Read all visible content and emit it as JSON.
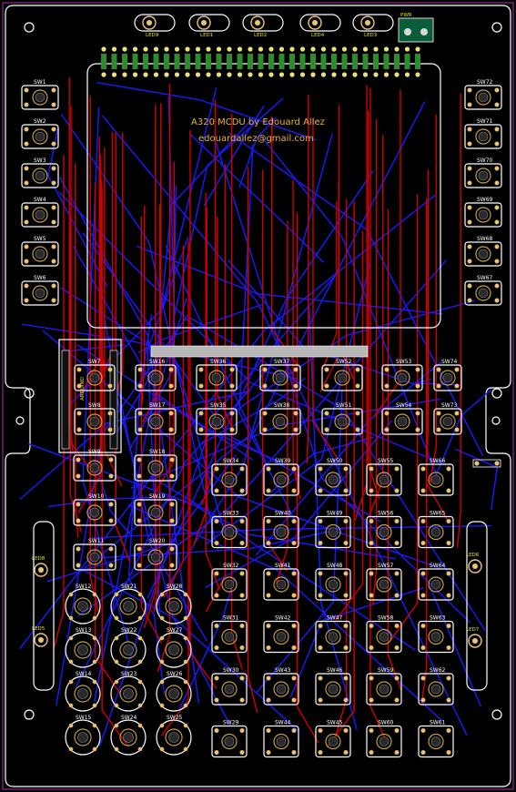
{
  "board": {
    "title": "A320 MCDU by Edouard Allez",
    "email": "edouardallez@gmail.com",
    "colors": {
      "background": "#000000",
      "trace_top": "#d00000",
      "trace_bottom": "#1a1aff",
      "silkscreen": "#ffffff",
      "pad": "#e8c57a",
      "title_text": "#e8b43a",
      "outline": "#b030b0"
    }
  },
  "leds_top": [
    "LED9",
    "LED1",
    "LED2",
    "LED4",
    "LED3"
  ],
  "leds_left": [
    "LED8",
    "LED5"
  ],
  "leds_right": [
    "LED6",
    "LED7"
  ],
  "switches_left": [
    "SW1",
    "SW2",
    "SW3",
    "SW4",
    "SW5",
    "SW6"
  ],
  "switches_right": [
    "SW72",
    "SW71",
    "SW70",
    "SW69",
    "SW68",
    "SW67"
  ],
  "switches_row_a": [
    "SW7",
    "SW16",
    "SW36",
    "SW37",
    "SW52",
    "SW53",
    "SW74"
  ],
  "switches_row_b": [
    "SW8",
    "SW17",
    "SW35",
    "SW38",
    "SW51",
    "SW54",
    "SW73"
  ],
  "switches_col_left": [
    "SW9",
    "SW10",
    "SW11"
  ],
  "switches_col_mid": [
    "SW18",
    "SW19",
    "SW20"
  ],
  "keypad_grid": [
    [
      "SW34",
      "SW39",
      "SW50",
      "SW55",
      "SW66"
    ],
    [
      "SW33",
      "SW40",
      "SW49",
      "SW56",
      "SW65"
    ],
    [
      "SW32",
      "SW41",
      "SW48",
      "SW57",
      "SW64"
    ],
    [
      "SW31",
      "SW42",
      "SW47",
      "SW58",
      "SW63"
    ],
    [
      "SW30",
      "SW43",
      "SW46",
      "SW59",
      "SW62"
    ],
    [
      "SW29",
      "SW44",
      "SW45",
      "SW60",
      "SW61"
    ]
  ],
  "round_buttons": [
    [
      "SW12",
      "SW21",
      "SW28"
    ],
    [
      "SW13",
      "SW22",
      "SW27"
    ],
    [
      "SW14",
      "SW23",
      "SW26"
    ],
    [
      "SW15",
      "SW24",
      "SW25"
    ]
  ],
  "connector_label": "ARDUINO",
  "power_label": "PWR",
  "header_pin_count": 31
}
